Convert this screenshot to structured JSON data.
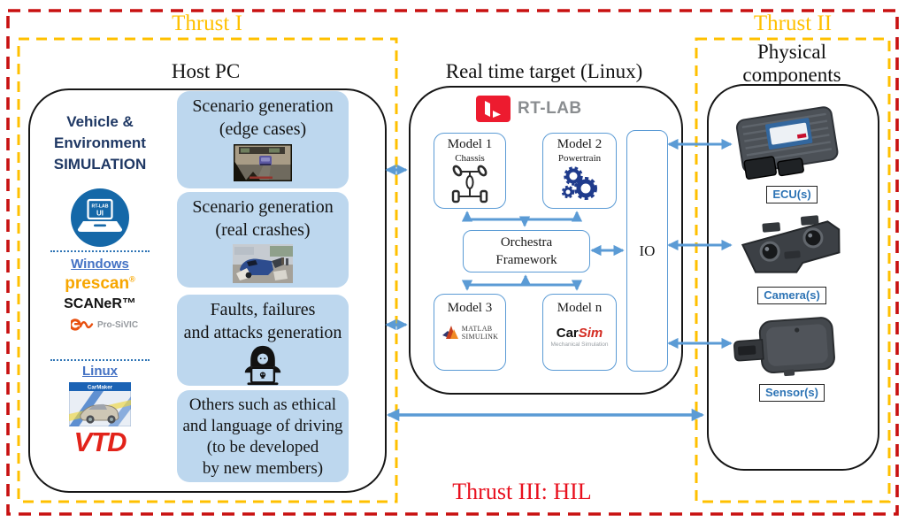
{
  "thrusts": {
    "t1": "Thrust I",
    "t2": "Thrust II",
    "t3": "Thrust III: HIL"
  },
  "host": {
    "title": "Host PC",
    "sim_lines": [
      "Vehicle &",
      "Environment",
      "SIMULATION"
    ],
    "laptop": {
      "top": "RT-LAB",
      "bottom": "UI"
    },
    "windows": {
      "label": "Windows",
      "prescan": "prescan",
      "reg": "®",
      "scaner": "SCANeR™",
      "prosivic": "Pro-SiVIC"
    },
    "linux": {
      "label": "Linux",
      "carmaker": "CarMaker",
      "vtd": "VTD"
    },
    "boxes": [
      {
        "l1": "Scenario generation",
        "l2": "(edge cases)"
      },
      {
        "l1": "Scenario generation",
        "l2": "(real crashes)"
      },
      {
        "l1": "Faults, failures",
        "l2": "and attacks generation"
      },
      {
        "l1": "Others such as ethical",
        "l2": "and language of driving",
        "l3": "(to be developed",
        "l4": "by new members)"
      }
    ]
  },
  "rt": {
    "title": "Real time target (Linux)",
    "logo": "RT-LAB",
    "m1": {
      "name": "Model 1",
      "sub": "Chassis"
    },
    "m2": {
      "name": "Model 2",
      "sub": "Powertrain"
    },
    "m3": {
      "name": "Model 3",
      "brand1": "MATLAB",
      "brand2": "SIMULINK"
    },
    "mn": {
      "name": "Model n",
      "car": "Car",
      "sim": "Sim",
      "tag": "Mechanical Simulation"
    },
    "orchestra": {
      "l1": "Orchestra",
      "l2": "Framework"
    },
    "io": "IO"
  },
  "physical": {
    "t1": "Physical",
    "t2": "components",
    "ecu": "ECU(s)",
    "camera": "Camera(s)",
    "sensor": "Sensor(s)"
  },
  "colors": {
    "outer_border_red": "#C81111",
    "thrust_yellow": "#FFC000",
    "thrust3_red": "#E8101E",
    "arrow_blue": "#5B9BD5",
    "scenario_box_fill": "#BDD7EE",
    "sim_header_navy": "#1F3864",
    "os_link_blue": "#4472C4",
    "rtlab_red": "#ED1B2F",
    "prescan_orange": "#F7A600",
    "vtd_red": "#E2231A",
    "hw_label_blue": "#2E74B5"
  }
}
